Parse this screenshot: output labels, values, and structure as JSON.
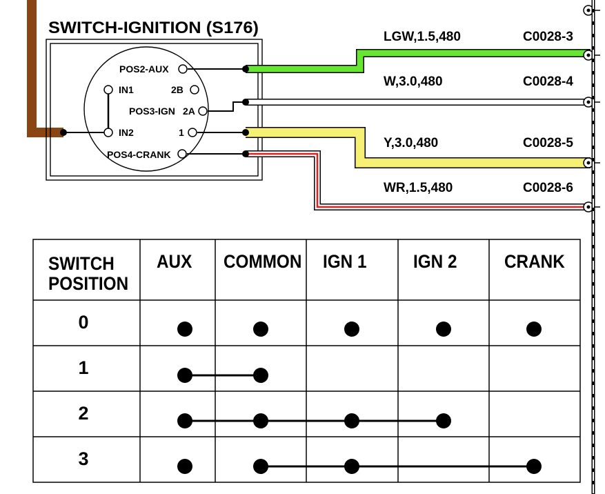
{
  "switch": {
    "title": "SWITCH-IGNITION (S176)",
    "terminals": {
      "pos2_aux": "POS2-AUX",
      "in1": "IN1",
      "t2b": "2B",
      "pos3_ign": "POS3-IGN",
      "t2a": "2A",
      "in2": "IN2",
      "t1": "1",
      "pos4_crank": "POS4-CRANK"
    }
  },
  "wires": [
    {
      "label": "LGW,1.5,480",
      "connector": "C0028-3",
      "color": "#66e633"
    },
    {
      "label": "W,3.0,480",
      "connector": "C0028-4",
      "color": "#ffffff"
    },
    {
      "label": "Y,3.0,480",
      "connector": "C0028-5",
      "color": "#f7f077"
    },
    {
      "label": "WR,1.5,480",
      "connector": "C0028-6",
      "color": "#e02020"
    }
  ],
  "feed_wire_color": "#8b4513",
  "table": {
    "header": {
      "position_line1": "SWITCH",
      "position_line2": "POSITION",
      "aux": "AUX",
      "common": "COMMON",
      "ign1": "IGN 1",
      "ign2": "IGN 2",
      "crank": "CRANK"
    },
    "rows": [
      {
        "position": "0",
        "connected": [],
        "isolated": [
          "AUX",
          "COMMON",
          "IGN 1",
          "IGN 2",
          "CRANK"
        ]
      },
      {
        "position": "1",
        "connected": [
          "AUX",
          "COMMON"
        ],
        "isolated": []
      },
      {
        "position": "2",
        "connected": [
          "AUX",
          "COMMON",
          "IGN 1",
          "IGN 2"
        ],
        "isolated": []
      },
      {
        "position": "3",
        "connected": [
          "COMMON",
          "IGN 1",
          "CRANK"
        ],
        "isolated": [
          "AUX"
        ]
      }
    ]
  }
}
